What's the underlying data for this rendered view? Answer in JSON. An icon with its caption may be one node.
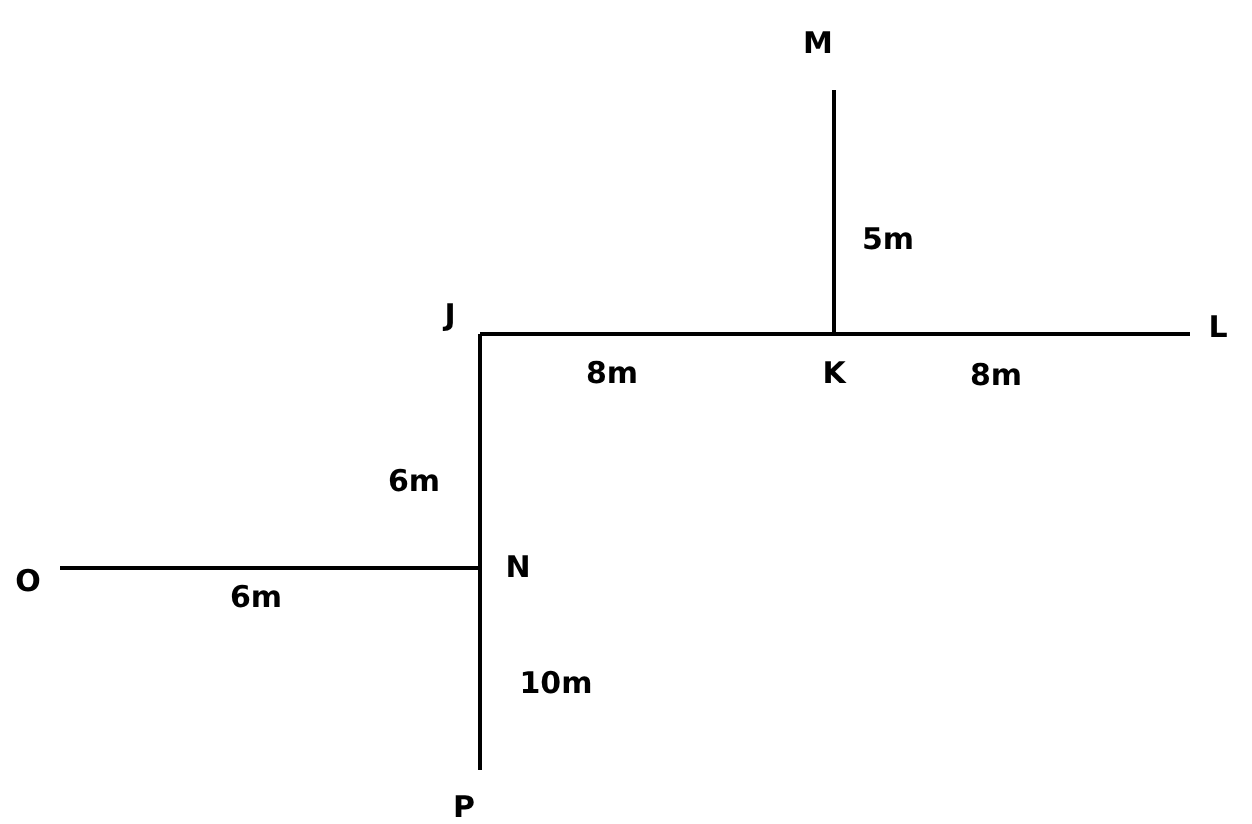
{
  "diagram": {
    "nodes": [
      {
        "text": [
          "M"
        ]
      },
      {
        "text": [
          "J"
        ]
      },
      {
        "text": [
          "K"
        ]
      },
      {
        "text": [
          "L"
        ]
      },
      {
        "text": [
          "O"
        ]
      },
      {
        "text": [
          "N"
        ]
      },
      {
        "text": [
          "P"
        ]
      }
    ],
    "edges": [
      {
        "from": 2,
        "to": 0,
        "arrow": "none",
        "label": "5m"
      },
      {
        "from": 1,
        "to": 2,
        "arrow": "none",
        "label": "8m"
      },
      {
        "from": 2,
        "to": 3,
        "arrow": "none",
        "label": "8m"
      },
      {
        "from": 1,
        "to": 5,
        "arrow": "none",
        "label": "6m"
      },
      {
        "from": 4,
        "to": 5,
        "arrow": "none",
        "label": "6m"
      },
      {
        "from": 5,
        "to": 6,
        "arrow": "none",
        "label": "10m"
      }
    ]
  }
}
